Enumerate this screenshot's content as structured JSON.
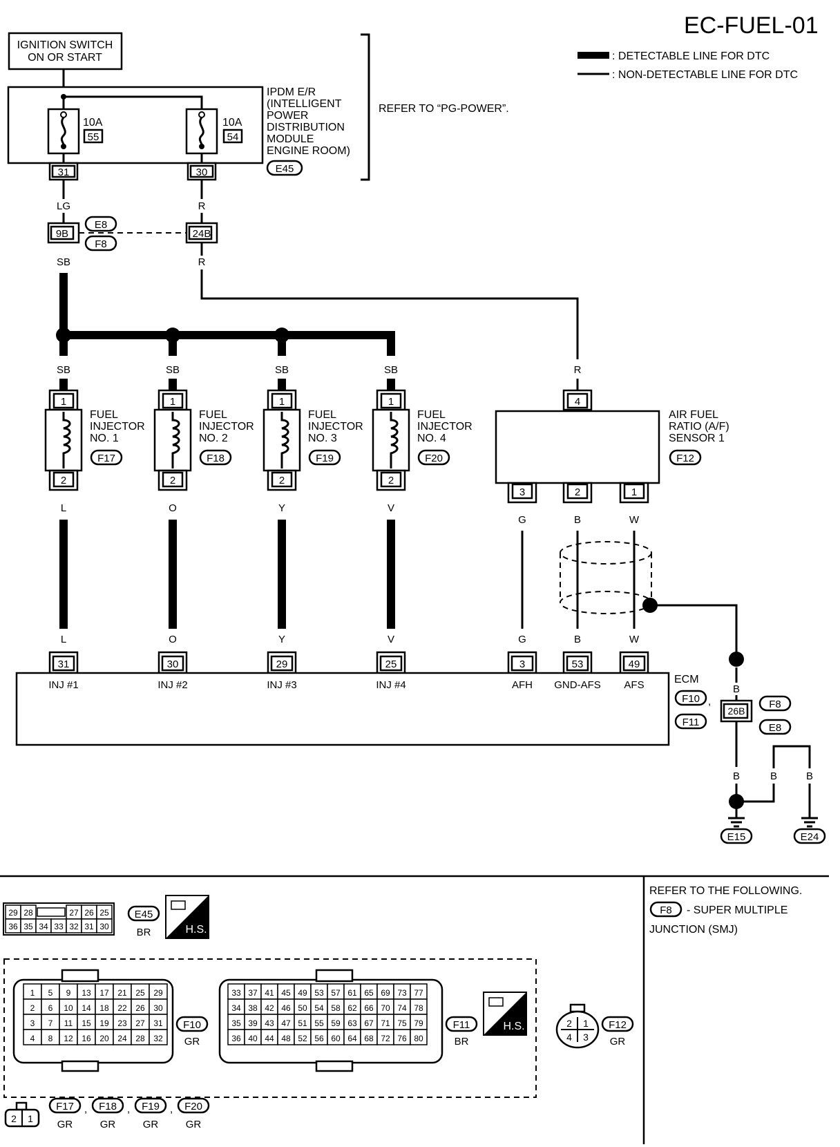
{
  "page_id": "EC-FUEL-01",
  "legend": {
    "detectable": ": DETECTABLE LINE FOR DTC",
    "non_detectable": ": NON-DETECTABLE LINE FOR DTC"
  },
  "ignition_switch": {
    "line1": "IGNITION SWITCH",
    "line2": "ON OR START"
  },
  "ipdm": {
    "lines": [
      "IPDM E/R",
      "(INTELLIGENT",
      "POWER",
      "DISTRIBUTION",
      "MODULE",
      "ENGINE ROOM)"
    ],
    "connector": "E45",
    "refer_note": "REFER TO “PG-POWER”.",
    "fuses": [
      {
        "rating": "10A",
        "number": "55",
        "terminal": "31"
      },
      {
        "rating": "10A",
        "number": "54",
        "terminal": "30"
      }
    ]
  },
  "wire_colors": {
    "lg": "LG",
    "r": "R",
    "sb": "SB",
    "l": "L",
    "o": "O",
    "y": "Y",
    "v": "V",
    "g": "G",
    "b": "B",
    "w": "W"
  },
  "junction": {
    "left": "9B",
    "right": "24B",
    "connectors": [
      "E8",
      "F8"
    ]
  },
  "injectors": [
    {
      "name": [
        "FUEL",
        "INJECTOR",
        "NO. 1"
      ],
      "connector": "F17",
      "pin_top": "1",
      "pin_bottom": "2"
    },
    {
      "name": [
        "FUEL",
        "INJECTOR",
        "NO. 2"
      ],
      "connector": "F18",
      "pin_top": "1",
      "pin_bottom": "2"
    },
    {
      "name": [
        "FUEL",
        "INJECTOR",
        "NO. 3"
      ],
      "connector": "F19",
      "pin_top": "1",
      "pin_bottom": "2"
    },
    {
      "name": [
        "FUEL",
        "INJECTOR",
        "NO. 4"
      ],
      "connector": "F20",
      "pin_top": "1",
      "pin_bottom": "2"
    }
  ],
  "af_sensor": {
    "name": [
      "AIR FUEL",
      "RATIO (A/F)",
      "SENSOR 1"
    ],
    "connector": "F12",
    "pin_top": "4",
    "pins_bottom": [
      "3",
      "2",
      "1"
    ]
  },
  "ecm": {
    "label": "ECM",
    "connectors": [
      "F10",
      "F11"
    ],
    "terminals": [
      {
        "pin": "31",
        "label": "INJ #1"
      },
      {
        "pin": "30",
        "label": "INJ #2"
      },
      {
        "pin": "29",
        "label": "INJ #3"
      },
      {
        "pin": "25",
        "label": "INJ #4"
      },
      {
        "pin": "3",
        "label": "AFH"
      },
      {
        "pin": "53",
        "label": "GND-AFS"
      },
      {
        "pin": "49",
        "label": "AFS"
      }
    ]
  },
  "ground": {
    "junction": "26B",
    "connectors": [
      "F8",
      "E8"
    ],
    "grounds": [
      "E15",
      "E24"
    ]
  },
  "refer_following": {
    "line1": "REFER TO THE FOLLOWING.",
    "connector": "F8",
    "line2": "- SUPER MULTIPLE",
    "line3": "JUNCTION (SMJ)"
  },
  "connector_views": {
    "e45": {
      "name": "E45",
      "color": "BR",
      "top": [
        "29",
        "28",
        "27",
        "26",
        "25"
      ],
      "bottom": [
        "36",
        "35",
        "34",
        "33",
        "32",
        "31",
        "30"
      ]
    },
    "f10": {
      "name": "F10",
      "color": "GR",
      "rows": [
        [
          "1",
          "5",
          "9",
          "13",
          "17",
          "21",
          "25",
          "29"
        ],
        [
          "2",
          "6",
          "10",
          "14",
          "18",
          "22",
          "26",
          "30"
        ],
        [
          "3",
          "7",
          "11",
          "15",
          "19",
          "23",
          "27",
          "31"
        ],
        [
          "4",
          "8",
          "12",
          "16",
          "20",
          "24",
          "28",
          "32"
        ]
      ]
    },
    "f11": {
      "name": "F11",
      "color": "BR",
      "rows": [
        [
          "33",
          "37",
          "41",
          "45",
          "49",
          "53",
          "57",
          "61",
          "65",
          "69",
          "73",
          "77"
        ],
        [
          "34",
          "38",
          "42",
          "46",
          "50",
          "54",
          "58",
          "62",
          "66",
          "70",
          "74",
          "78"
        ],
        [
          "35",
          "39",
          "43",
          "47",
          "51",
          "55",
          "59",
          "63",
          "67",
          "71",
          "75",
          "79"
        ],
        [
          "36",
          "40",
          "44",
          "48",
          "52",
          "56",
          "60",
          "64",
          "68",
          "72",
          "76",
          "80"
        ]
      ]
    },
    "f12": {
      "name": "F12",
      "color": "GR",
      "pins": [
        "2",
        "1",
        "4",
        "3"
      ]
    },
    "inj": {
      "names": [
        "F17",
        "F18",
        "F19",
        "F20"
      ],
      "color": "GR",
      "pins": [
        "2",
        "1"
      ],
      "separator": ","
    },
    "hs_label": "H.S."
  }
}
